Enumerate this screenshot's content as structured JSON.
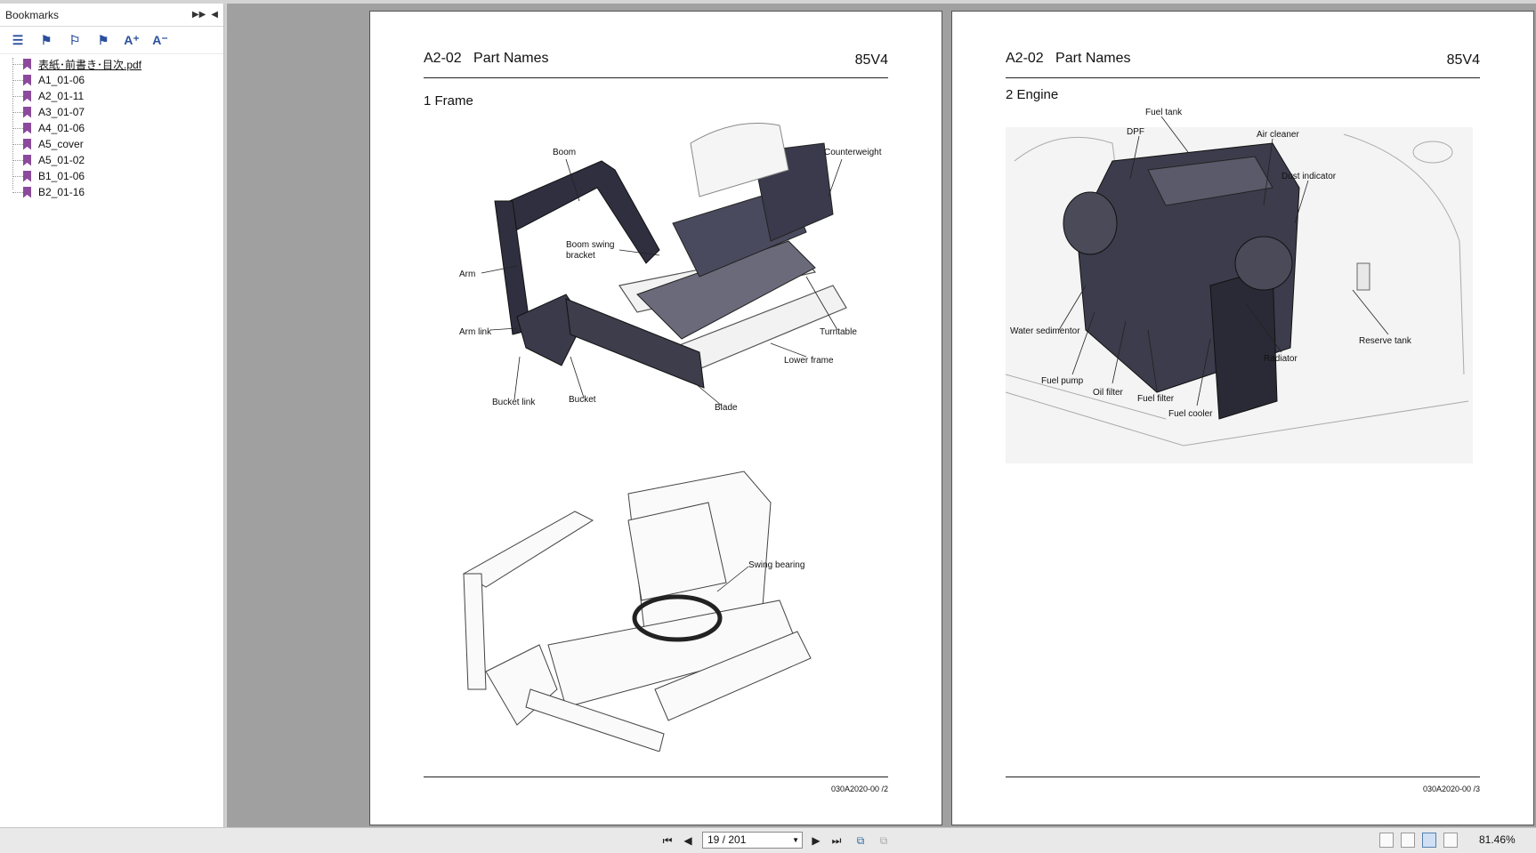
{
  "sidebar": {
    "title": "Bookmarks",
    "bookmarks": [
      "表紙･前書き･目次.pdf",
      "A1_01-06",
      "A2_01-11",
      "A3_01-07",
      "A4_01-06",
      "A5_cover",
      "A5_01-02",
      "B1_01-06",
      "B2_01-16"
    ]
  },
  "pages": [
    {
      "section_code": "A2-02",
      "section_title": "Part Names",
      "model": "85V4",
      "subsection": "1   Frame",
      "labels": [
        "Boom",
        "Counterweight",
        "Boom swing",
        "bracket",
        "Arm",
        "Arm link",
        "Turntable",
        "Lower frame",
        "Bucket link",
        "Bucket",
        "Blade",
        "Swing bearing"
      ],
      "footer": "030A2020-00 /2"
    },
    {
      "section_code": "A2-02",
      "section_title": "Part Names",
      "model": "85V4",
      "subsection": "2   Engine",
      "labels": [
        "Fuel tank",
        "DPF",
        "Air cleaner",
        "Dust indicator",
        "Water sedimentor",
        "Reserve tank",
        "Radiator",
        "Fuel pump",
        "Oil filter",
        "Fuel filter",
        "Fuel cooler"
      ],
      "footer": "030A2020-00 /3"
    }
  ],
  "statusbar": {
    "page_display": "19 / 201",
    "zoom": "81.46%"
  }
}
